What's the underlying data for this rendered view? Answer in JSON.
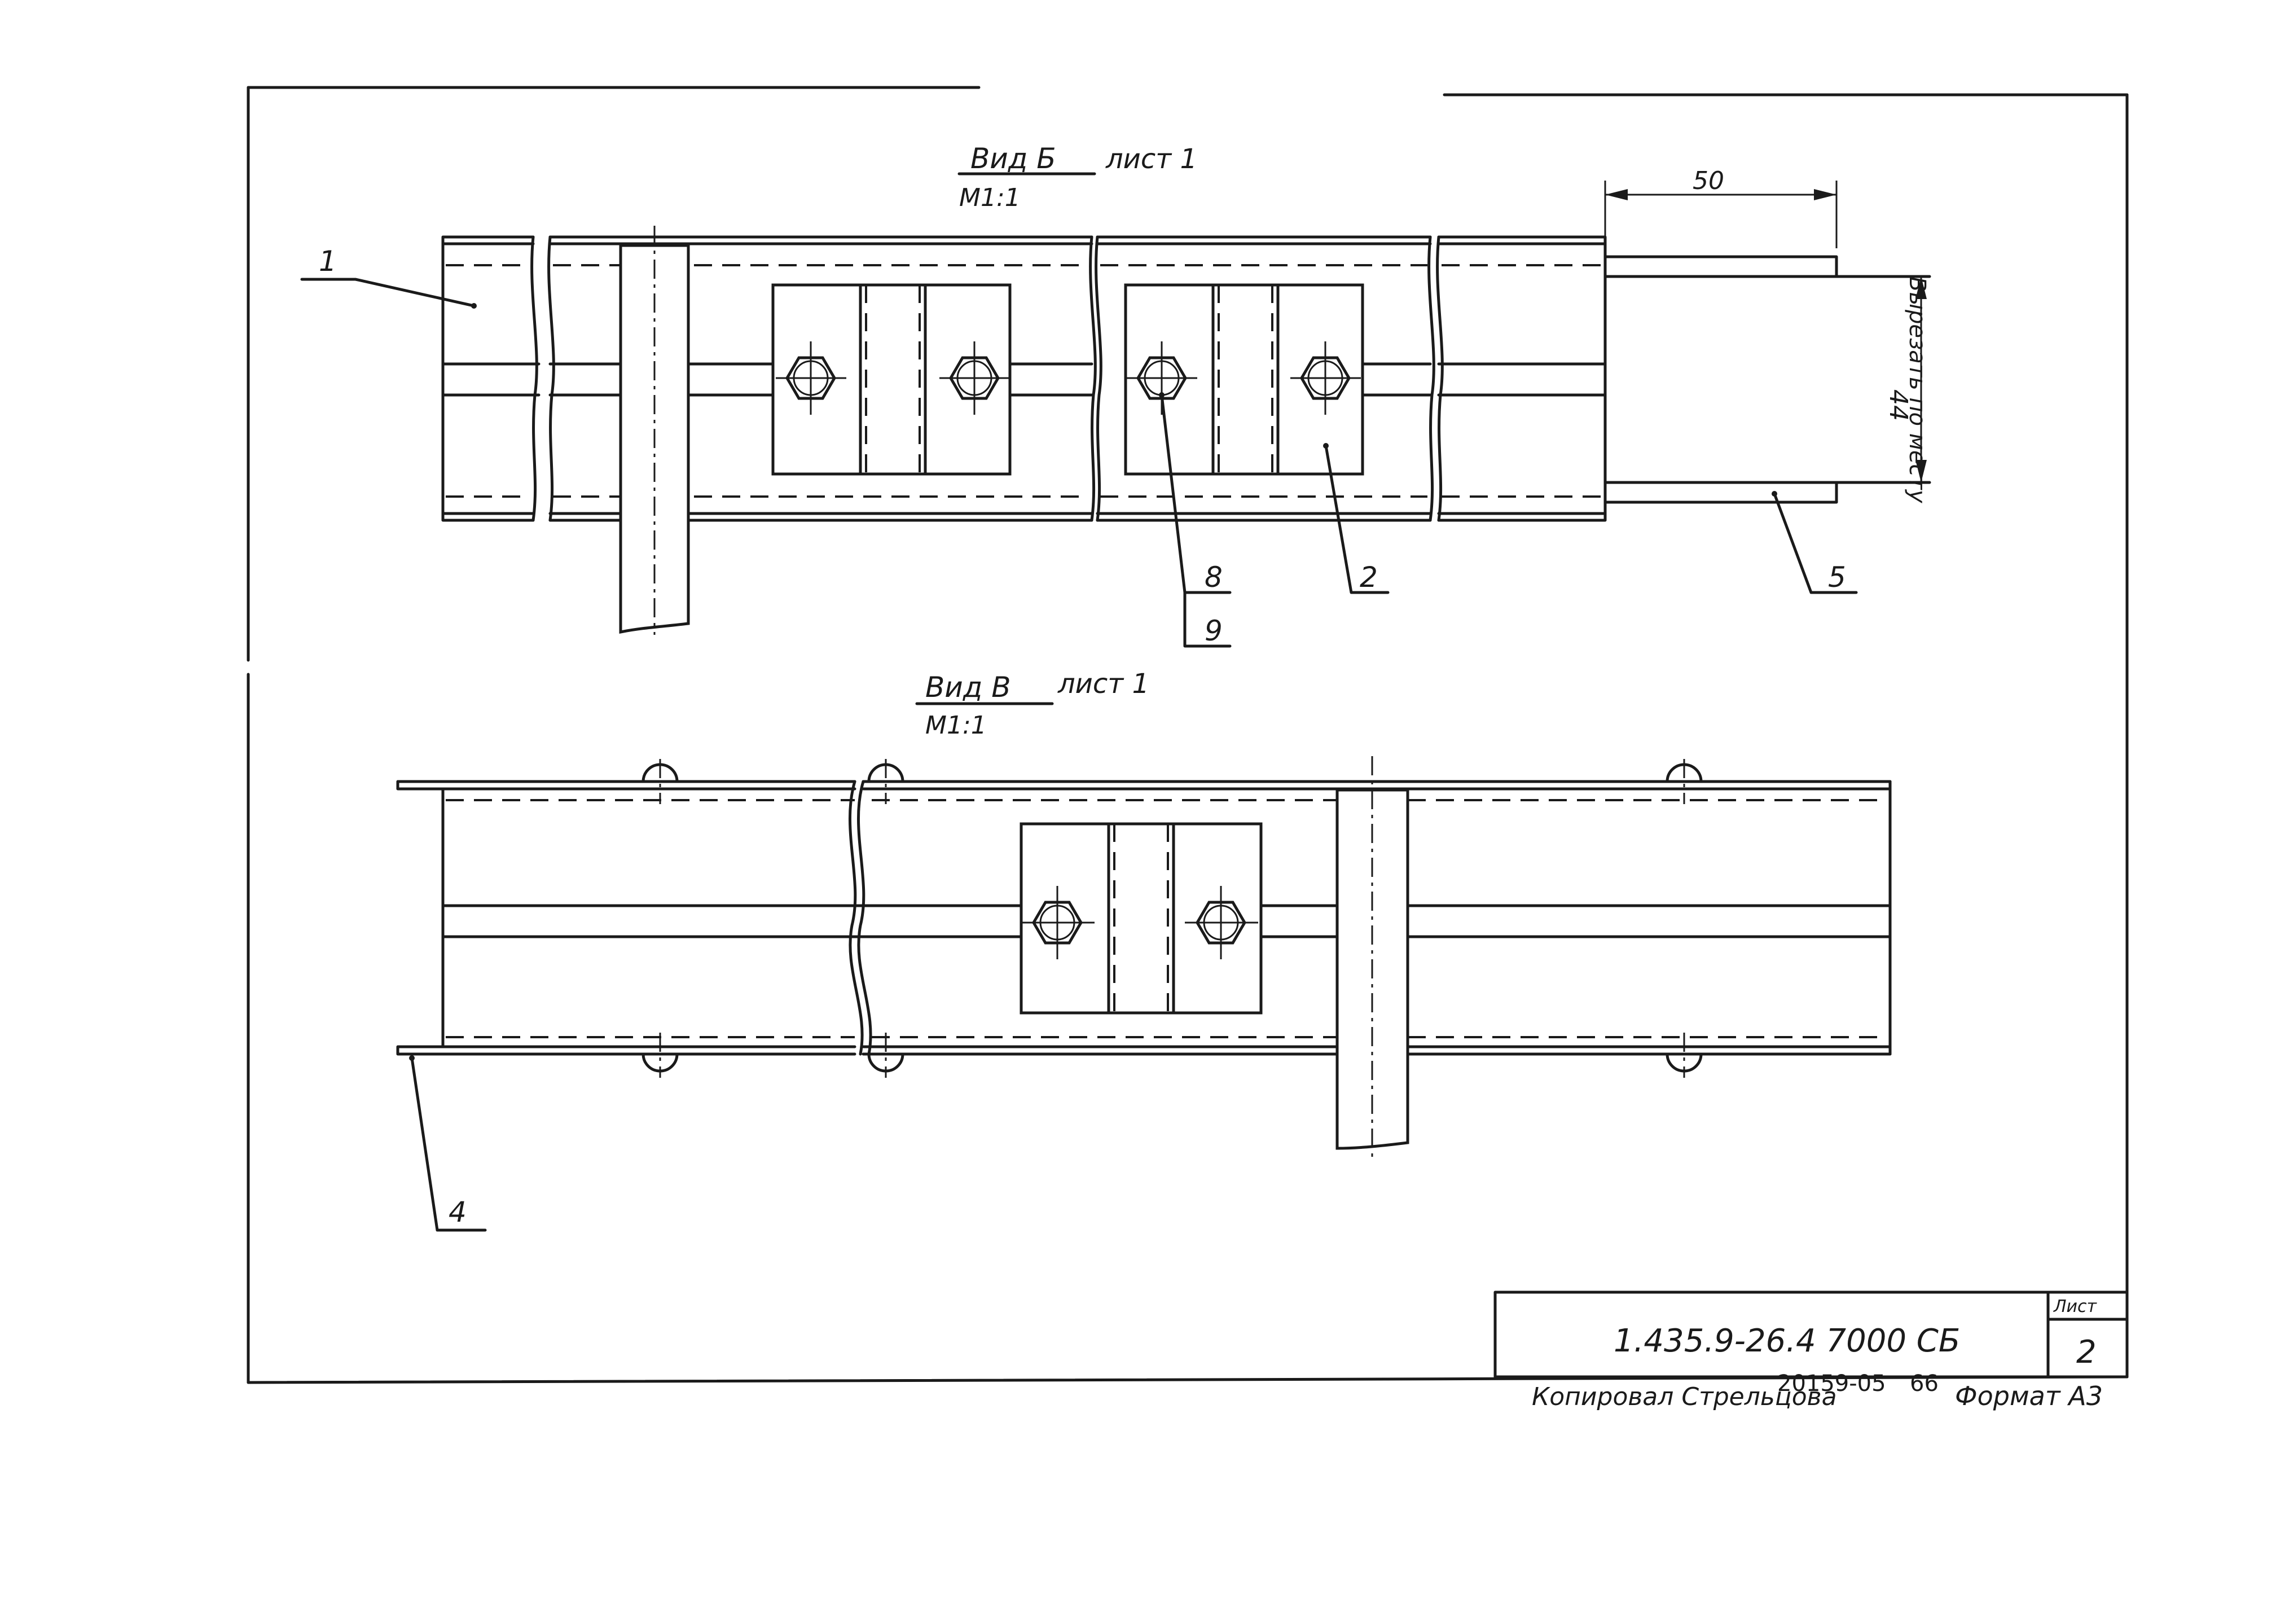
{
  "view_b": {
    "title": "Вид Б",
    "sheet_ref": "лист 1",
    "scale": "М1:1"
  },
  "view_v": {
    "title": "Вид В",
    "sheet_ref": "лист 1",
    "scale": "М1:1"
  },
  "dimensions": {
    "width": "50",
    "height": "44",
    "cut_note": "Вырезать по месту"
  },
  "callouts": {
    "c1": "1",
    "c2": "2",
    "c4": "4",
    "c5": "5",
    "c8": "8",
    "c9": "9"
  },
  "title_block": {
    "designation": "1.435.9-26.4  7000 СБ",
    "sheet_label": "Лист",
    "sheet_number": "2"
  },
  "footer": {
    "copied_by": "Копировал Стрельцова",
    "order": "20159-05",
    "number": "66",
    "format": "Формат А3"
  }
}
